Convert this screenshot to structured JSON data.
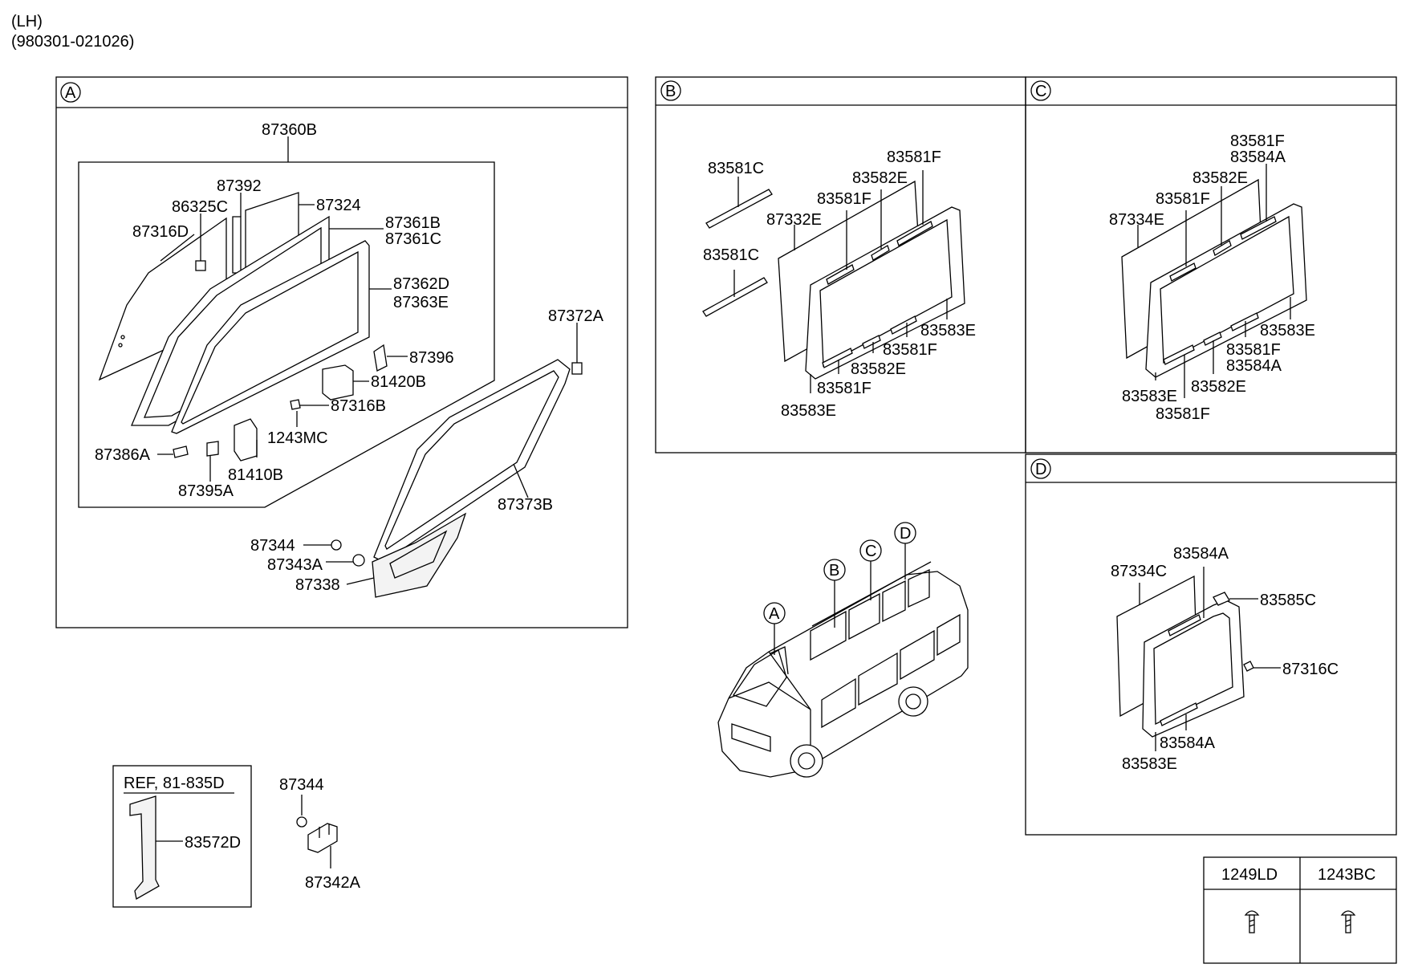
{
  "header": {
    "side": "(LH)",
    "period": "(980301-021026)"
  },
  "sections": {
    "A": "A",
    "B": "B",
    "C": "C",
    "D": "D"
  },
  "labels": {
    "a_87360B": "87360B",
    "a_87392": "87392",
    "a_87324": "87324",
    "a_86325C": "86325C",
    "a_87316D": "87316D",
    "a_87361B": "87361B",
    "a_87361C": "87361C",
    "a_87362D": "87362D",
    "a_87363E": "87363E",
    "a_87372A": "87372A",
    "a_87396": "87396",
    "a_81420B": "81420B",
    "a_87316B": "87316B",
    "a_1243MC": "1243MC",
    "a_87386A": "87386A",
    "a_81410B": "81410B",
    "a_87395A": "87395A",
    "a_87373B": "87373B",
    "a_87344": "87344",
    "a_87343A": "87343A",
    "a_87338": "87338",
    "b_83581C_1": "83581C",
    "b_83581C_2": "83581C",
    "b_83581F_top": "83581F",
    "b_83582E_top": "83582E",
    "b_83581F_mid": "83581F",
    "b_87332E": "87332E",
    "b_83583E_r": "83583E",
    "b_83581F_r": "83581F",
    "b_83582E_bot": "83582E",
    "b_83581F_bot": "83581F",
    "b_83583E_bot": "83583E",
    "c_83581F_top": "83581F",
    "c_83584A_top": "83584A",
    "c_83582E_top": "83582E",
    "c_83581F_mid": "83581F",
    "c_87334E": "87334E",
    "c_83583E_r": "83583E",
    "c_83581F_r": "83581F",
    "c_83584A_r": "83584A",
    "c_83583E_l": "83583E",
    "c_83582E_bot": "83582E",
    "c_83581F_bot": "83581F",
    "d_87334C": "87334C",
    "d_83584A_top": "83584A",
    "d_83585C": "83585C",
    "d_87316C": "87316C",
    "d_83584A_bot": "83584A",
    "d_83583E": "83583E",
    "ref_title": "REF, 81-835D",
    "ref_83572D": "83572D",
    "e_87344": "87344",
    "e_87342A": "87342A"
  },
  "van_callouts": {
    "A": "A",
    "B": "B",
    "C": "C",
    "D": "D"
  },
  "fastener_table": {
    "col1": "1249LD",
    "col2": "1243BC"
  },
  "icons": [
    "screw-icon",
    "bolt-icon"
  ]
}
